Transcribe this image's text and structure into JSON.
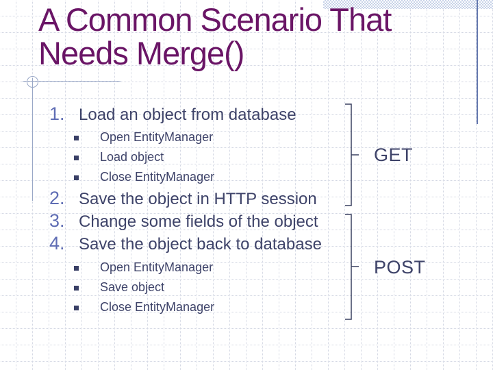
{
  "slide": {
    "title_line1": "A Common Scenario That",
    "title_line2": "Needs Merge()"
  },
  "steps": [
    {
      "num": "1.",
      "text": "Load an object from database",
      "substeps": [
        "Open EntityManager",
        "Load object",
        "Close EntityManager"
      ]
    },
    {
      "num": "2.",
      "text": "Save the object in HTTP session"
    },
    {
      "num": "3.",
      "text": "Change some fields of the object"
    },
    {
      "num": "4.",
      "text": "Save the object back to database",
      "substeps": [
        "Open EntityManager",
        "Save object",
        "Close EntityManager"
      ]
    }
  ],
  "annotations": [
    {
      "label": "GET"
    },
    {
      "label": "POST"
    }
  ],
  "icons": {
    "bullet": "square-bullet-icon",
    "ornament": "crosshair-circle-icon",
    "brackets": "right-brace-bracket"
  },
  "colors": {
    "title": "#6a1566",
    "body_text": "#3e4369",
    "list_number": "#5f6db4",
    "bullet_square": "#3a4066",
    "bracket": "#3a4060",
    "ornament_line": "#9aa8c7",
    "grid_line": "#d3d7e3",
    "top_bar_blue": "#c7d2e8",
    "right_accent_line": "#6478ae",
    "background": "#ffffff"
  }
}
